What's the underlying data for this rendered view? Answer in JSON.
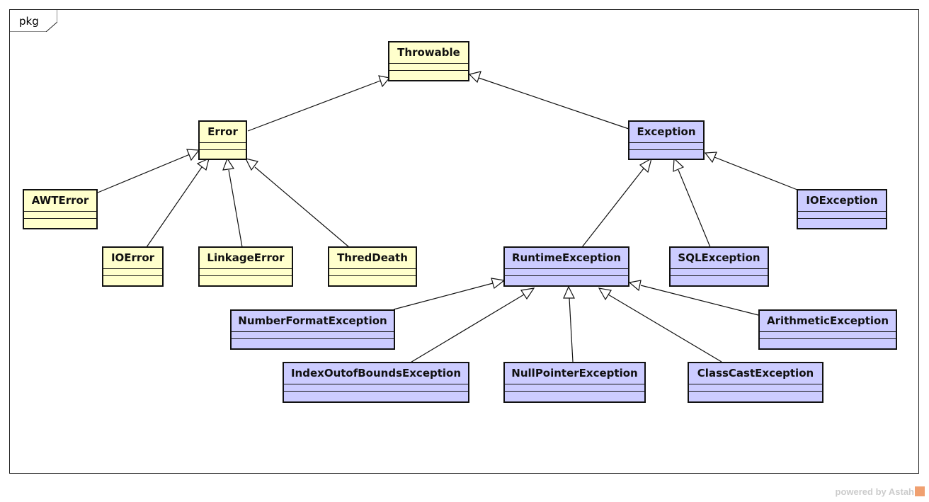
{
  "frame": {
    "label": "pkg"
  },
  "watermark": "powered by Astah",
  "classes": {
    "throwable": "Throwable",
    "error": "Error",
    "exception": "Exception",
    "awterror": "AWTError",
    "ioerror": "IOError",
    "linkageerror": "LinkageError",
    "threddeath": "ThredDeath",
    "runtimeexception": "RuntimeException",
    "sqlexception": "SQLException",
    "ioexception": "IOException",
    "numberformatexception": "NumberFormatException",
    "arithmeticexception": "ArithmeticException",
    "indexoutofboundsexception": "IndexOutofBoundsException",
    "nullpointerexception": "NullPointerException",
    "classcastexception": "ClassCastException"
  },
  "colors": {
    "error_fill": "#ffffcc",
    "exception_fill": "#ccccff",
    "stroke": "#111111"
  },
  "generalizations": [
    {
      "child": "error",
      "parent": "throwable"
    },
    {
      "child": "exception",
      "parent": "throwable"
    },
    {
      "child": "awterror",
      "parent": "error"
    },
    {
      "child": "ioerror",
      "parent": "error"
    },
    {
      "child": "linkageerror",
      "parent": "error"
    },
    {
      "child": "threddeath",
      "parent": "error"
    },
    {
      "child": "runtimeexception",
      "parent": "exception"
    },
    {
      "child": "sqlexception",
      "parent": "exception"
    },
    {
      "child": "ioexception",
      "parent": "exception"
    },
    {
      "child": "numberformatexception",
      "parent": "runtimeexception"
    },
    {
      "child": "indexoutofboundsexception",
      "parent": "runtimeexception"
    },
    {
      "child": "nullpointerexception",
      "parent": "runtimeexception"
    },
    {
      "child": "classcastexception",
      "parent": "runtimeexception"
    },
    {
      "child": "arithmeticexception",
      "parent": "runtimeexception"
    }
  ]
}
